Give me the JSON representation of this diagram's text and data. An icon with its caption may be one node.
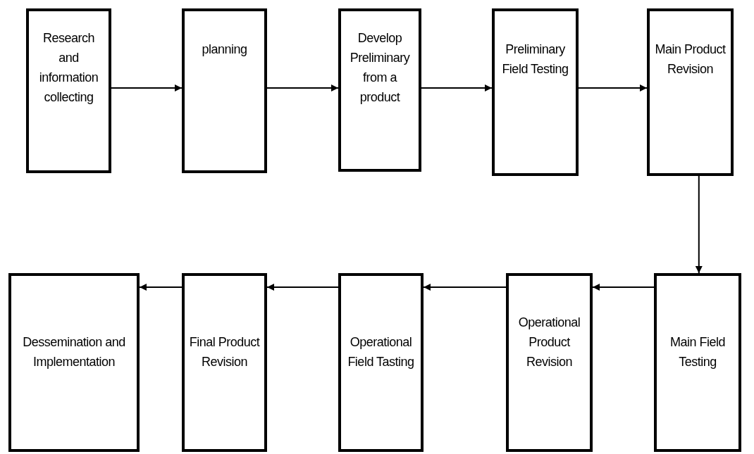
{
  "diagram": {
    "nodes": [
      {
        "text": [
          "Research and information collecting"
        ]
      },
      {
        "text": [
          "planning"
        ]
      },
      {
        "text": [
          "Develop Preliminary from a product"
        ]
      },
      {
        "text": [
          "Preliminary Field Testing"
        ]
      },
      {
        "text": [
          "Main Product Revision"
        ]
      },
      {
        "text": [
          "Main Field Testing"
        ]
      },
      {
        "text": [
          "Operational Product Revision"
        ]
      },
      {
        "text": [
          "Operational Field Tasting"
        ]
      },
      {
        "text": [
          "Final Product Revision"
        ]
      },
      {
        "text": [
          "Dessemination and Implementation"
        ]
      }
    ],
    "edges": [
      {
        "from": 0,
        "to": 1,
        "arrow": "to"
      },
      {
        "from": 1,
        "to": 2,
        "arrow": "to"
      },
      {
        "from": 2,
        "to": 3,
        "arrow": "to"
      },
      {
        "from": 3,
        "to": 4,
        "arrow": "to"
      },
      {
        "from": 4,
        "to": 5,
        "arrow": "to"
      },
      {
        "from": 5,
        "to": 6,
        "arrow": "to"
      },
      {
        "from": 6,
        "to": 7,
        "arrow": "to"
      },
      {
        "from": 7,
        "to": 8,
        "arrow": "to"
      },
      {
        "from": 8,
        "to": 9,
        "arrow": "to"
      }
    ]
  }
}
